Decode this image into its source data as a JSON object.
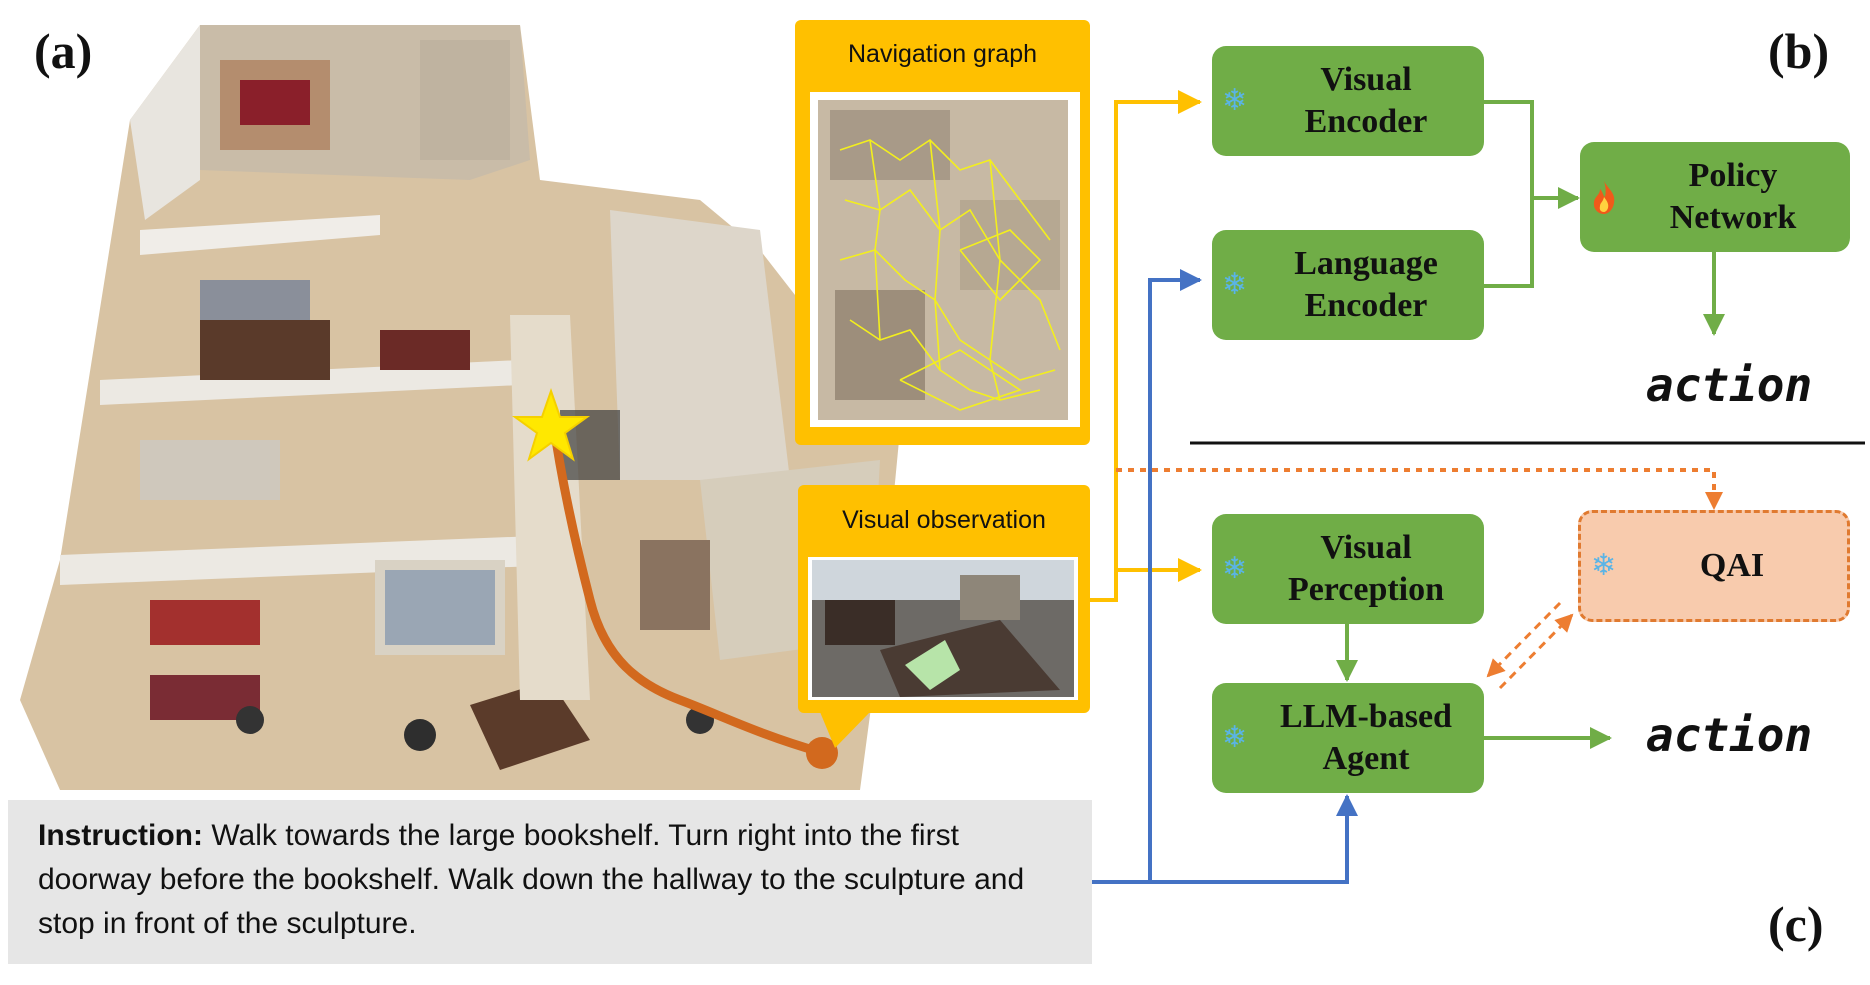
{
  "panels": {
    "a": "(a)",
    "b": "(b)",
    "c": "(c)"
  },
  "callouts": {
    "navigation_graph": "Navigation graph",
    "visual_observation": "Visual observation"
  },
  "instruction": {
    "label": "Instruction:",
    "text": "Walk towards the large bookshelf. Turn right into the first doorway before the bookshelf.  Walk down the hallway to the sculpture and stop in front of the sculpture."
  },
  "panel_b": {
    "visual_encoder": "Visual Encoder",
    "language_encoder": "Language Encoder",
    "policy_network": "Policy Network",
    "action": "action"
  },
  "panel_c": {
    "visual_perception": "Visual Perception",
    "llm_agent": "LLM-based Agent",
    "qai": "QAI",
    "action": "action"
  },
  "colors": {
    "box_green": "#70ad47",
    "arrow_yellow": "#ffc000",
    "arrow_blue": "#4472c4",
    "arrow_orange": "#ed7d31",
    "qai_fill": "#f8cbad",
    "callout_frame": "#ffc000",
    "path_orange": "#d2691e",
    "star_yellow": "#ffe800"
  },
  "icons": {
    "frozen": "snowflake-icon",
    "trainable": "fire-icon",
    "goal": "star-icon"
  }
}
